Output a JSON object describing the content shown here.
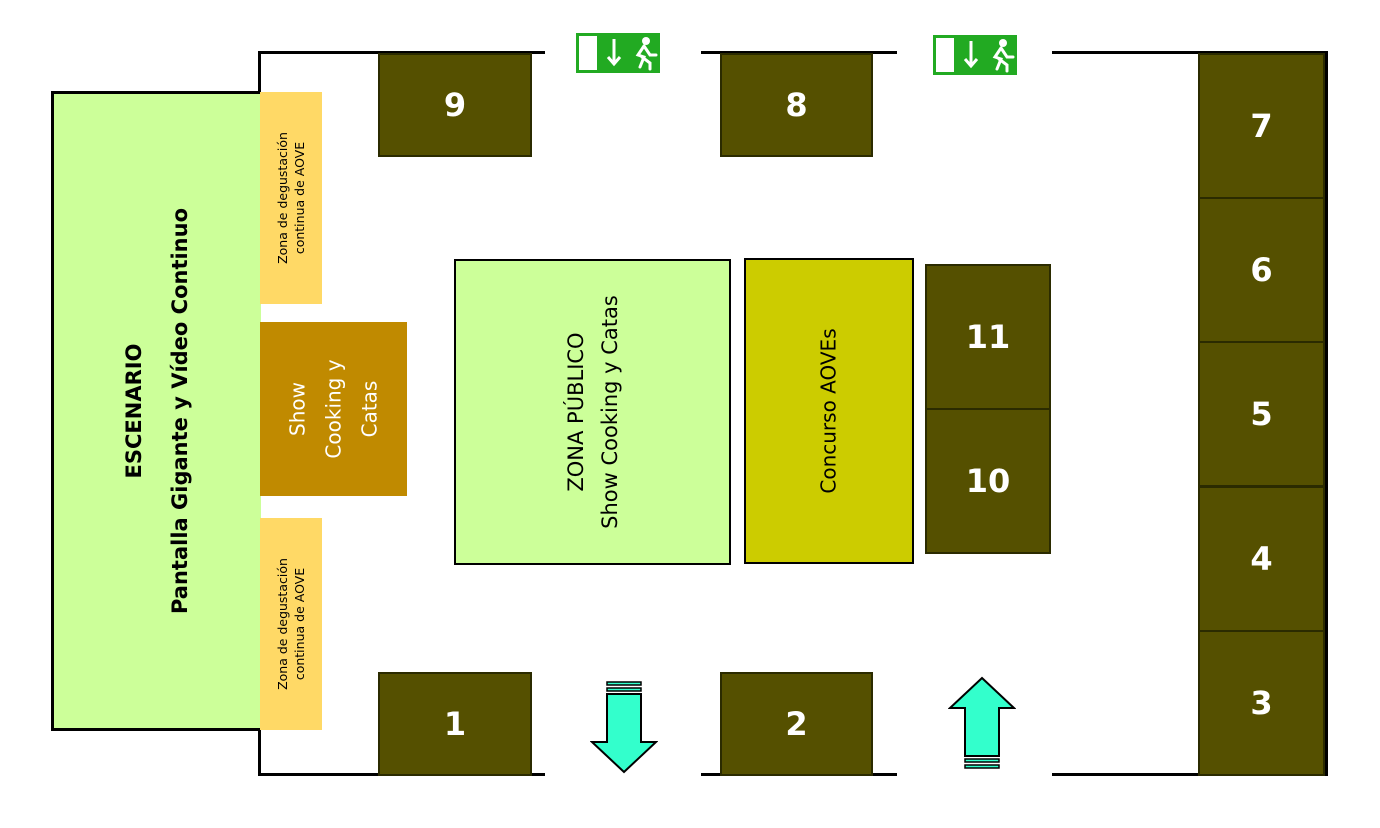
{
  "stage": {
    "title": "ESCENARIO",
    "subtitle": "Pantalla Gigante y Vídeo Continuo",
    "color": "#ccff99"
  },
  "tasting_zones": [
    {
      "line1": "Zona de degustación",
      "line2": "continua de AOVE"
    },
    {
      "line1": "Zona de degustación",
      "line2": "continua de AOVE"
    }
  ],
  "show_cooking": {
    "line1": "Show",
    "line2": "Cooking y",
    "line3": "Catas",
    "color": "#c08a00"
  },
  "public_zone": {
    "line1": "ZONA PÚBLICO",
    "line2": "Show Cooking y Catas",
    "color": "#ccff99"
  },
  "contest": {
    "label": "Concurso AOVEs",
    "color": "#cccc00"
  },
  "stands": {
    "s1": "1",
    "s2": "2",
    "s3": "3",
    "s4": "4",
    "s5": "5",
    "s6": "6",
    "s7": "7",
    "s8": "8",
    "s9": "9",
    "s10": "10",
    "s11": "11",
    "color": "#555000"
  },
  "exit_sign_color": "#22aa22",
  "arrow_color": "#33ffcc",
  "exit_arrows": [
    {
      "direction": "down"
    },
    {
      "direction": "up"
    }
  ],
  "emergency_exits": [
    {
      "icon": "emergency-exit-icon"
    },
    {
      "icon": "emergency-exit-icon"
    }
  ]
}
